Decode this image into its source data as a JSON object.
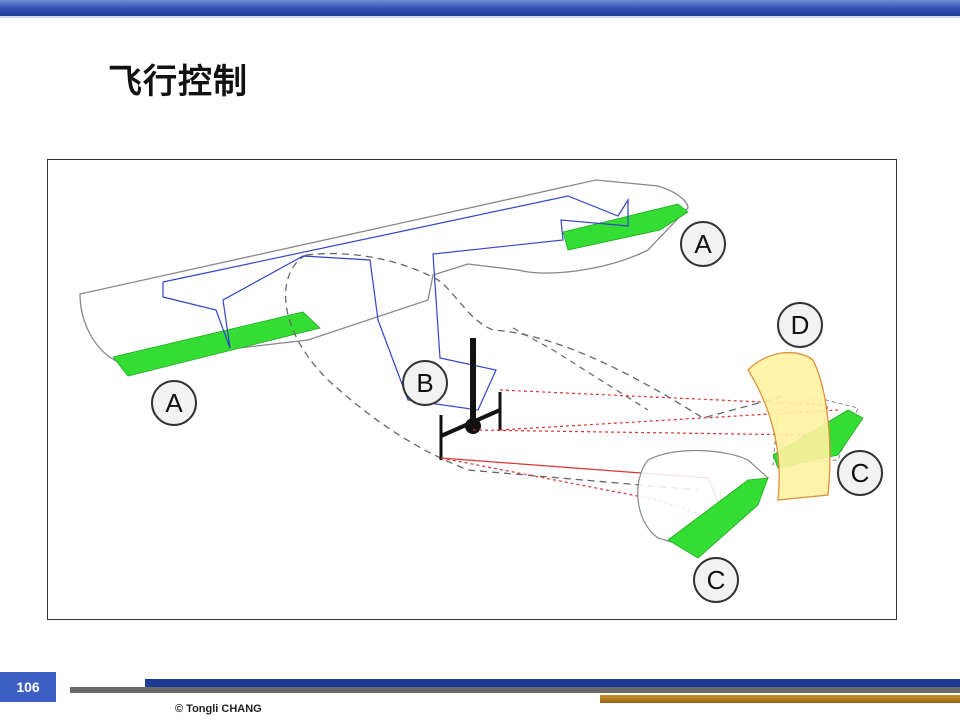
{
  "slide": {
    "title": "飞行控制",
    "page_number": "106",
    "copyright": "© Tongli  CHANG"
  },
  "diagram": {
    "labels": {
      "aileron_left": "A",
      "aileron_right": "A",
      "stick": "B",
      "elevator_left": "C",
      "elevator_right": "C",
      "rudder": "D"
    },
    "colors": {
      "aileron_cable": "#3344cc",
      "control_cable": "#dd3333",
      "surface_green": "#33dd33",
      "rudder_fill": "#fff2a0",
      "rudder_stroke": "#e0903a"
    }
  }
}
